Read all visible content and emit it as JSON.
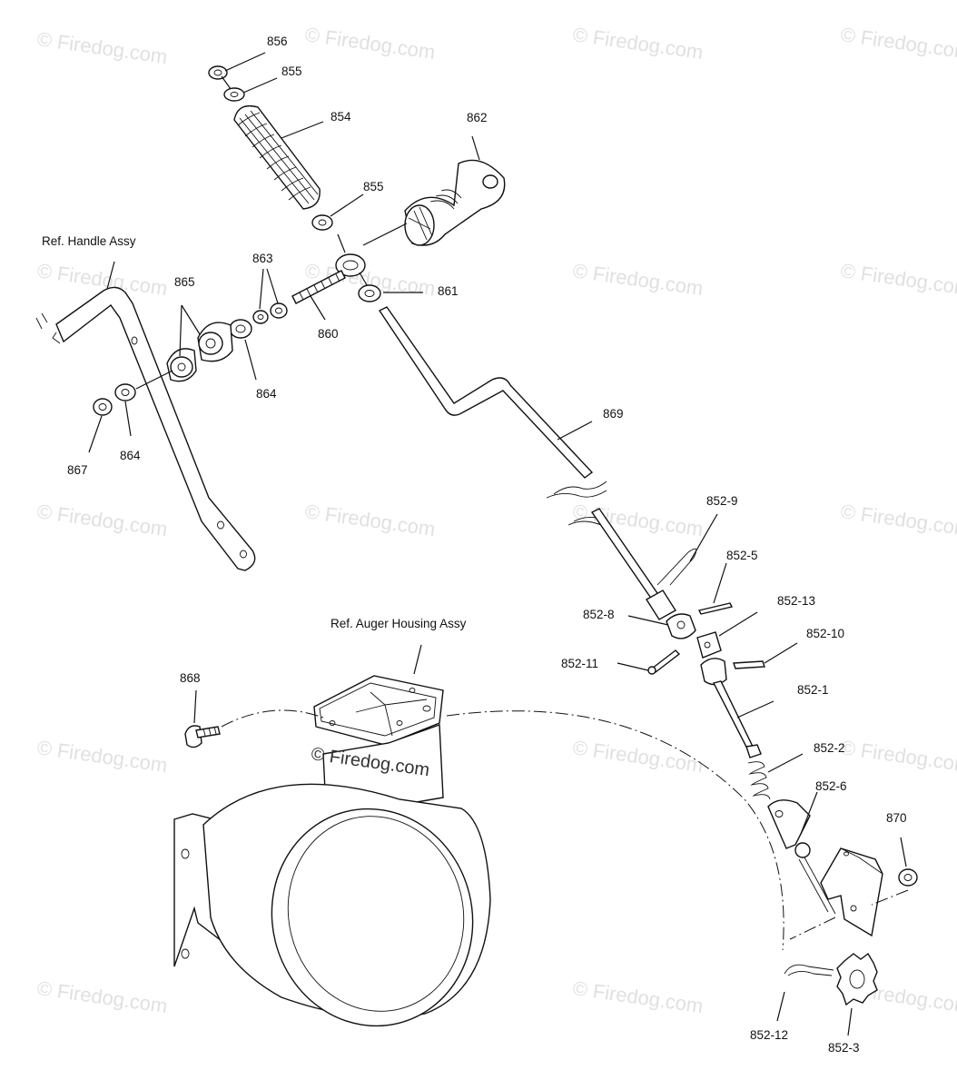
{
  "diagram": {
    "refs": {
      "handle": "Ref. Handle Assy",
      "auger": "Ref. Auger Housing Assy"
    },
    "watermark": "© Firedog.com",
    "watermark_center": "© Firedog.com",
    "parts": {
      "p856": "856",
      "p855a": "855",
      "p854": "854",
      "p862": "862",
      "p855b": "855",
      "p863": "863",
      "p865": "865",
      "p861": "861",
      "p860": "860",
      "p864a": "864",
      "p864b": "864",
      "p867": "867",
      "p869": "869",
      "p852_9": "852-9",
      "p852_5": "852-5",
      "p852_13": "852-13",
      "p852_8": "852-8",
      "p852_10": "852-10",
      "p852_11": "852-11",
      "p852_1": "852-1",
      "p868": "868",
      "p852_2": "852-2",
      "p852_6": "852-6",
      "p870": "870",
      "p852_12": "852-12",
      "p852_3": "852-3"
    }
  }
}
